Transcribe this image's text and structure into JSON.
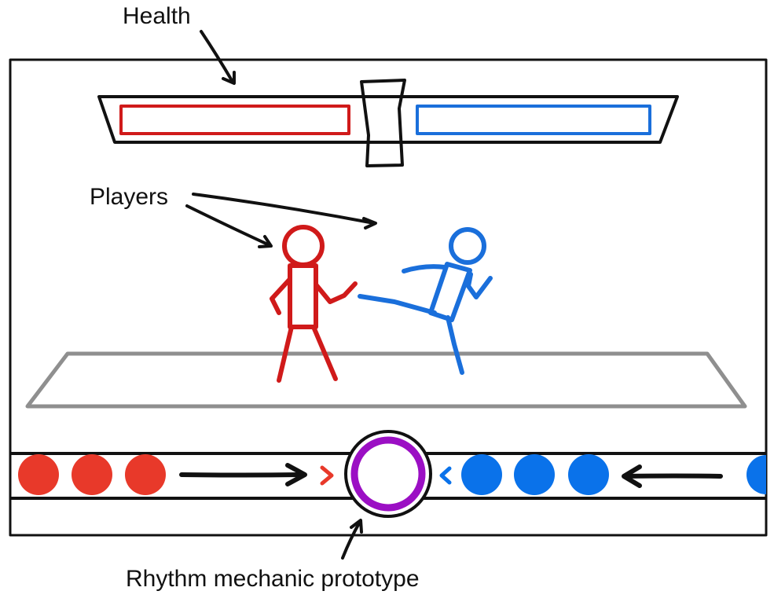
{
  "labels": {
    "health": "Health",
    "players": "Players",
    "rhythm": "Rhythm mechanic prototype"
  },
  "colors": {
    "outline": "#111111",
    "player1": "#d01a1a",
    "player2": "#1a6fdb",
    "p1_note": "#e8392a",
    "p2_note": "#0a72ea",
    "stage": "#8f8f8f",
    "target_ring": "#9b0fc4"
  },
  "health": {
    "player1_fill": 0,
    "player2_fill": 0
  },
  "rhythm_track": {
    "left_note_count": 3,
    "right_note_count": 4,
    "left_marker": "chevron-right",
    "right_marker": "chevron-left"
  }
}
